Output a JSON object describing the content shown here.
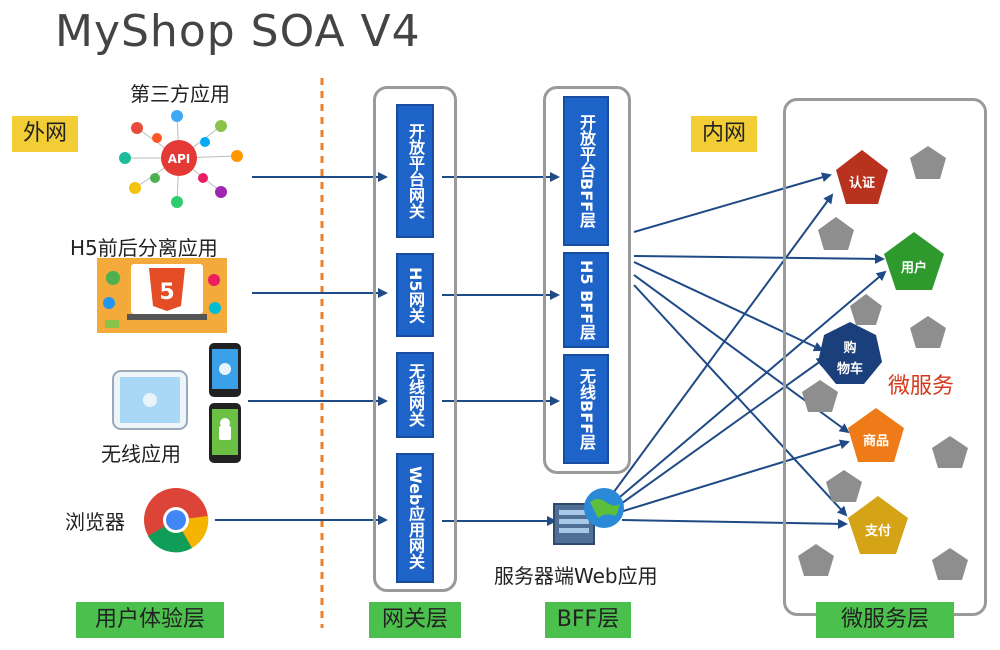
{
  "title": "MyShop SOA V4",
  "zones": {
    "external": "外网",
    "internal": "内网"
  },
  "clients": {
    "third_party": "第三方应用",
    "h5": "H5前后分离应用",
    "wireless": "无线应用",
    "browser": "浏览器",
    "api_badge": "API",
    "html5_badge": "5"
  },
  "gateways": [
    {
      "label": "开放平台网关"
    },
    {
      "label": "H5网关"
    },
    {
      "label": "无线网关"
    },
    {
      "label": "Web应用网关"
    }
  ],
  "bff": [
    {
      "label": "开放平台BFF层"
    },
    {
      "label": "H5 BFF层"
    },
    {
      "label": "无线BFF层"
    }
  ],
  "server_web": "服务器端Web应用",
  "microservices": {
    "group_label": "微服务",
    "items": [
      {
        "label": "认证",
        "color": "#b8321e"
      },
      {
        "label": "用户",
        "color": "#2e9a2e"
      },
      {
        "label": "购物车",
        "label_line1": "购",
        "label_line2": "物车",
        "color": "#1a3f7a"
      },
      {
        "label": "商品",
        "color": "#ee7b17"
      },
      {
        "label": "支付",
        "color": "#d4a316"
      }
    ]
  },
  "layers": {
    "ux": "用户体验层",
    "gateway": "网关层",
    "bff": "BFF层",
    "micro": "微服务层"
  },
  "colors": {
    "arrow": "#1f4a86",
    "divider": "#ef7d24",
    "box": "#1e63c8",
    "gray_pentagon": "#8e8e8e",
    "microservice_text": "#d63a1e"
  }
}
